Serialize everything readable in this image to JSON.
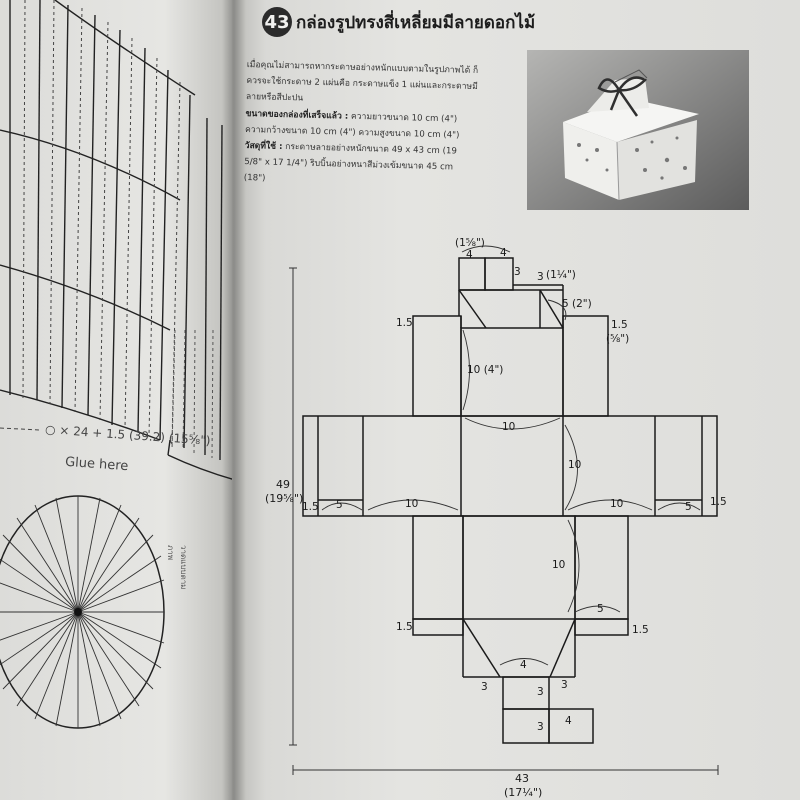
{
  "page": {
    "number": "43",
    "title": "กล่องรูปทรงสี่เหลี่ยมมีลายดอกไม้"
  },
  "instructions": {
    "intro": "เมื่อคุณไม่สามารถหากระดาษอย่างหนักแบบตามในรูปภาพได้ ก็ควรจะใช้กระดาษ 2 แผ่นคือ กระดาษแข็ง 1 แผ่นและกระดาษมีลายหรือสีปะปน",
    "size_label": "ขนาดของกล่องที่เสร็จแล้ว :",
    "size_text": "ความยาวขนาด 10 cm (4\") ความกว้างขนาด 10 cm (4\") ความสูงขนาด 10 cm (4\")",
    "materials_label": "วัสดุที่ใช้ :",
    "materials_text": "กระดาษลายอย่างหนักขนาด 49 x 43 cm (19 5/8\" x 17 1/4\") ริบบิ้นอย่างหนาสีม่วงเข้มขนาด 45 cm (18\")"
  },
  "left_page": {
    "formula": "○ × 24 + 1.5 (39.2) (15⅝\")",
    "glue": "Glue here",
    "side_text": "วาดแบบตามภาพ"
  },
  "diagram": {
    "top_tab_width": "(1⅝\")",
    "d4": "4",
    "d3": "3",
    "d1_1_4": "(1¼\")",
    "d5_2": "5 (2\")",
    "d1_5": "1.5",
    "d1_5_8": "(⅝\")",
    "d10_4": "10 (4\")",
    "d10": "10",
    "d5": "5",
    "height_total": "49",
    "height_total_in": "(19⅝\")",
    "width_total": "43",
    "width_total_in": "(17¼\")"
  },
  "colors": {
    "ink": "#1a1a1a",
    "paper": "#e2e2df",
    "badge": "#2b2b2b"
  }
}
